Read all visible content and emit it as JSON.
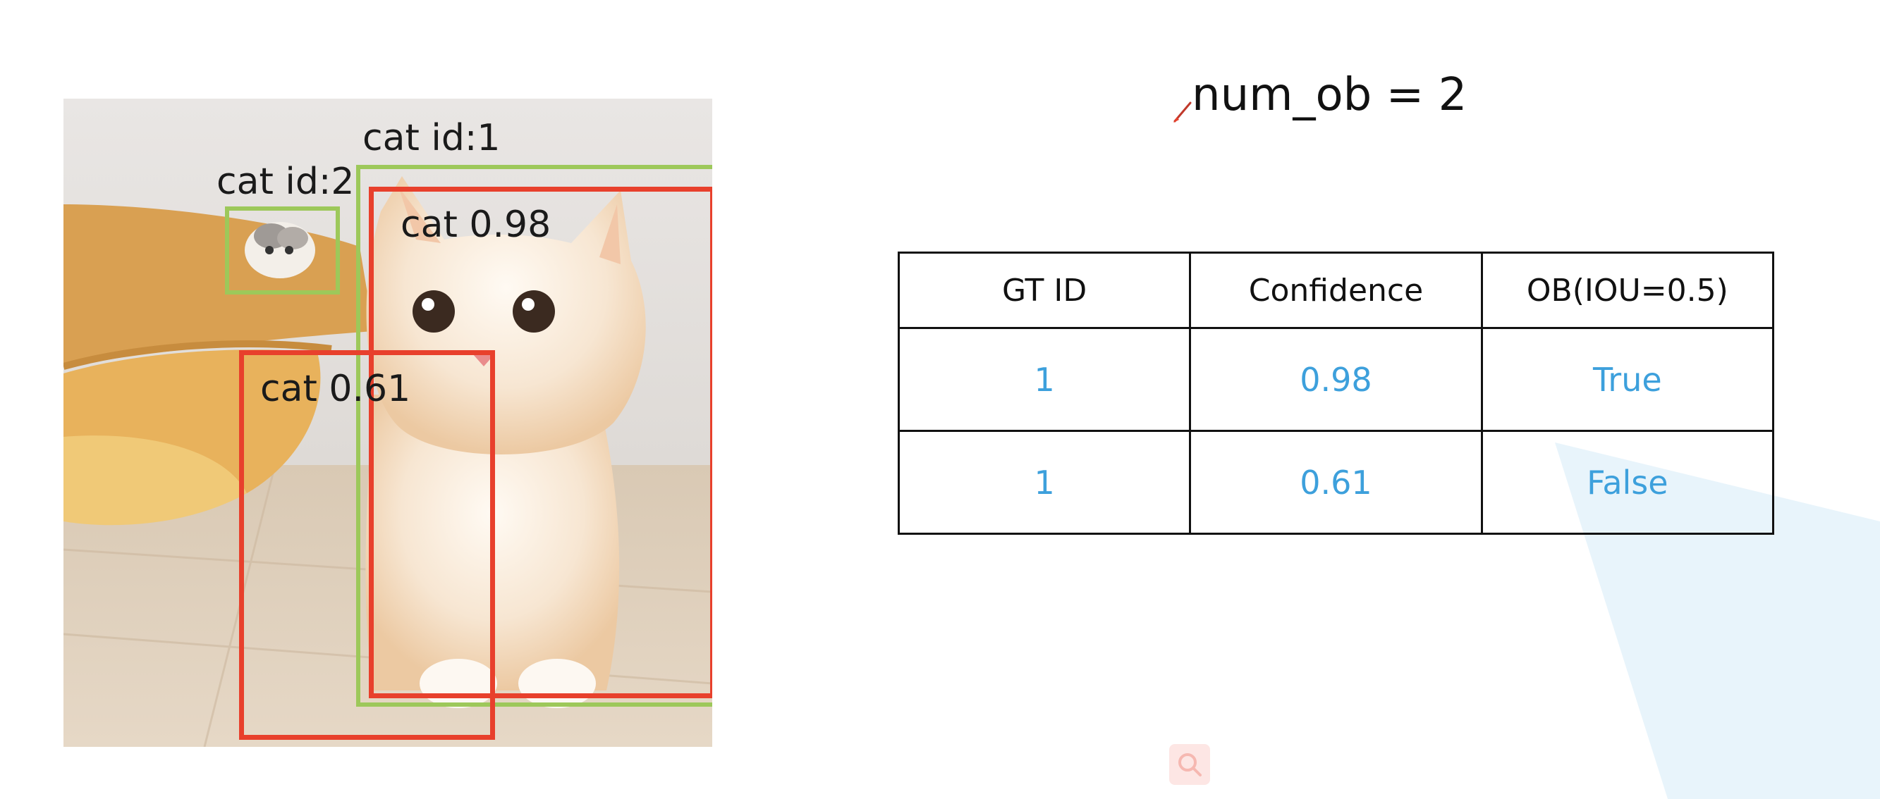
{
  "title": "num_ob = 2",
  "image_labels": {
    "gt1": "cat id:1",
    "gt2": "cat id:2",
    "pred1": "cat 0.98",
    "pred2": "cat 0.61"
  },
  "table": {
    "headers": [
      "GT ID",
      "Confidence",
      "OB(IOU=0.5)"
    ],
    "rows": [
      [
        "1",
        "0.98",
        "True"
      ],
      [
        "1",
        "0.61",
        "False"
      ]
    ]
  },
  "colors": {
    "ground_truth_box": "#9dc85a",
    "prediction_box": "#e8402c",
    "table_value_text": "#3da0dc",
    "background_accent": "#e8f4fb"
  },
  "icons": [
    "pen-icon",
    "search-icon"
  ]
}
